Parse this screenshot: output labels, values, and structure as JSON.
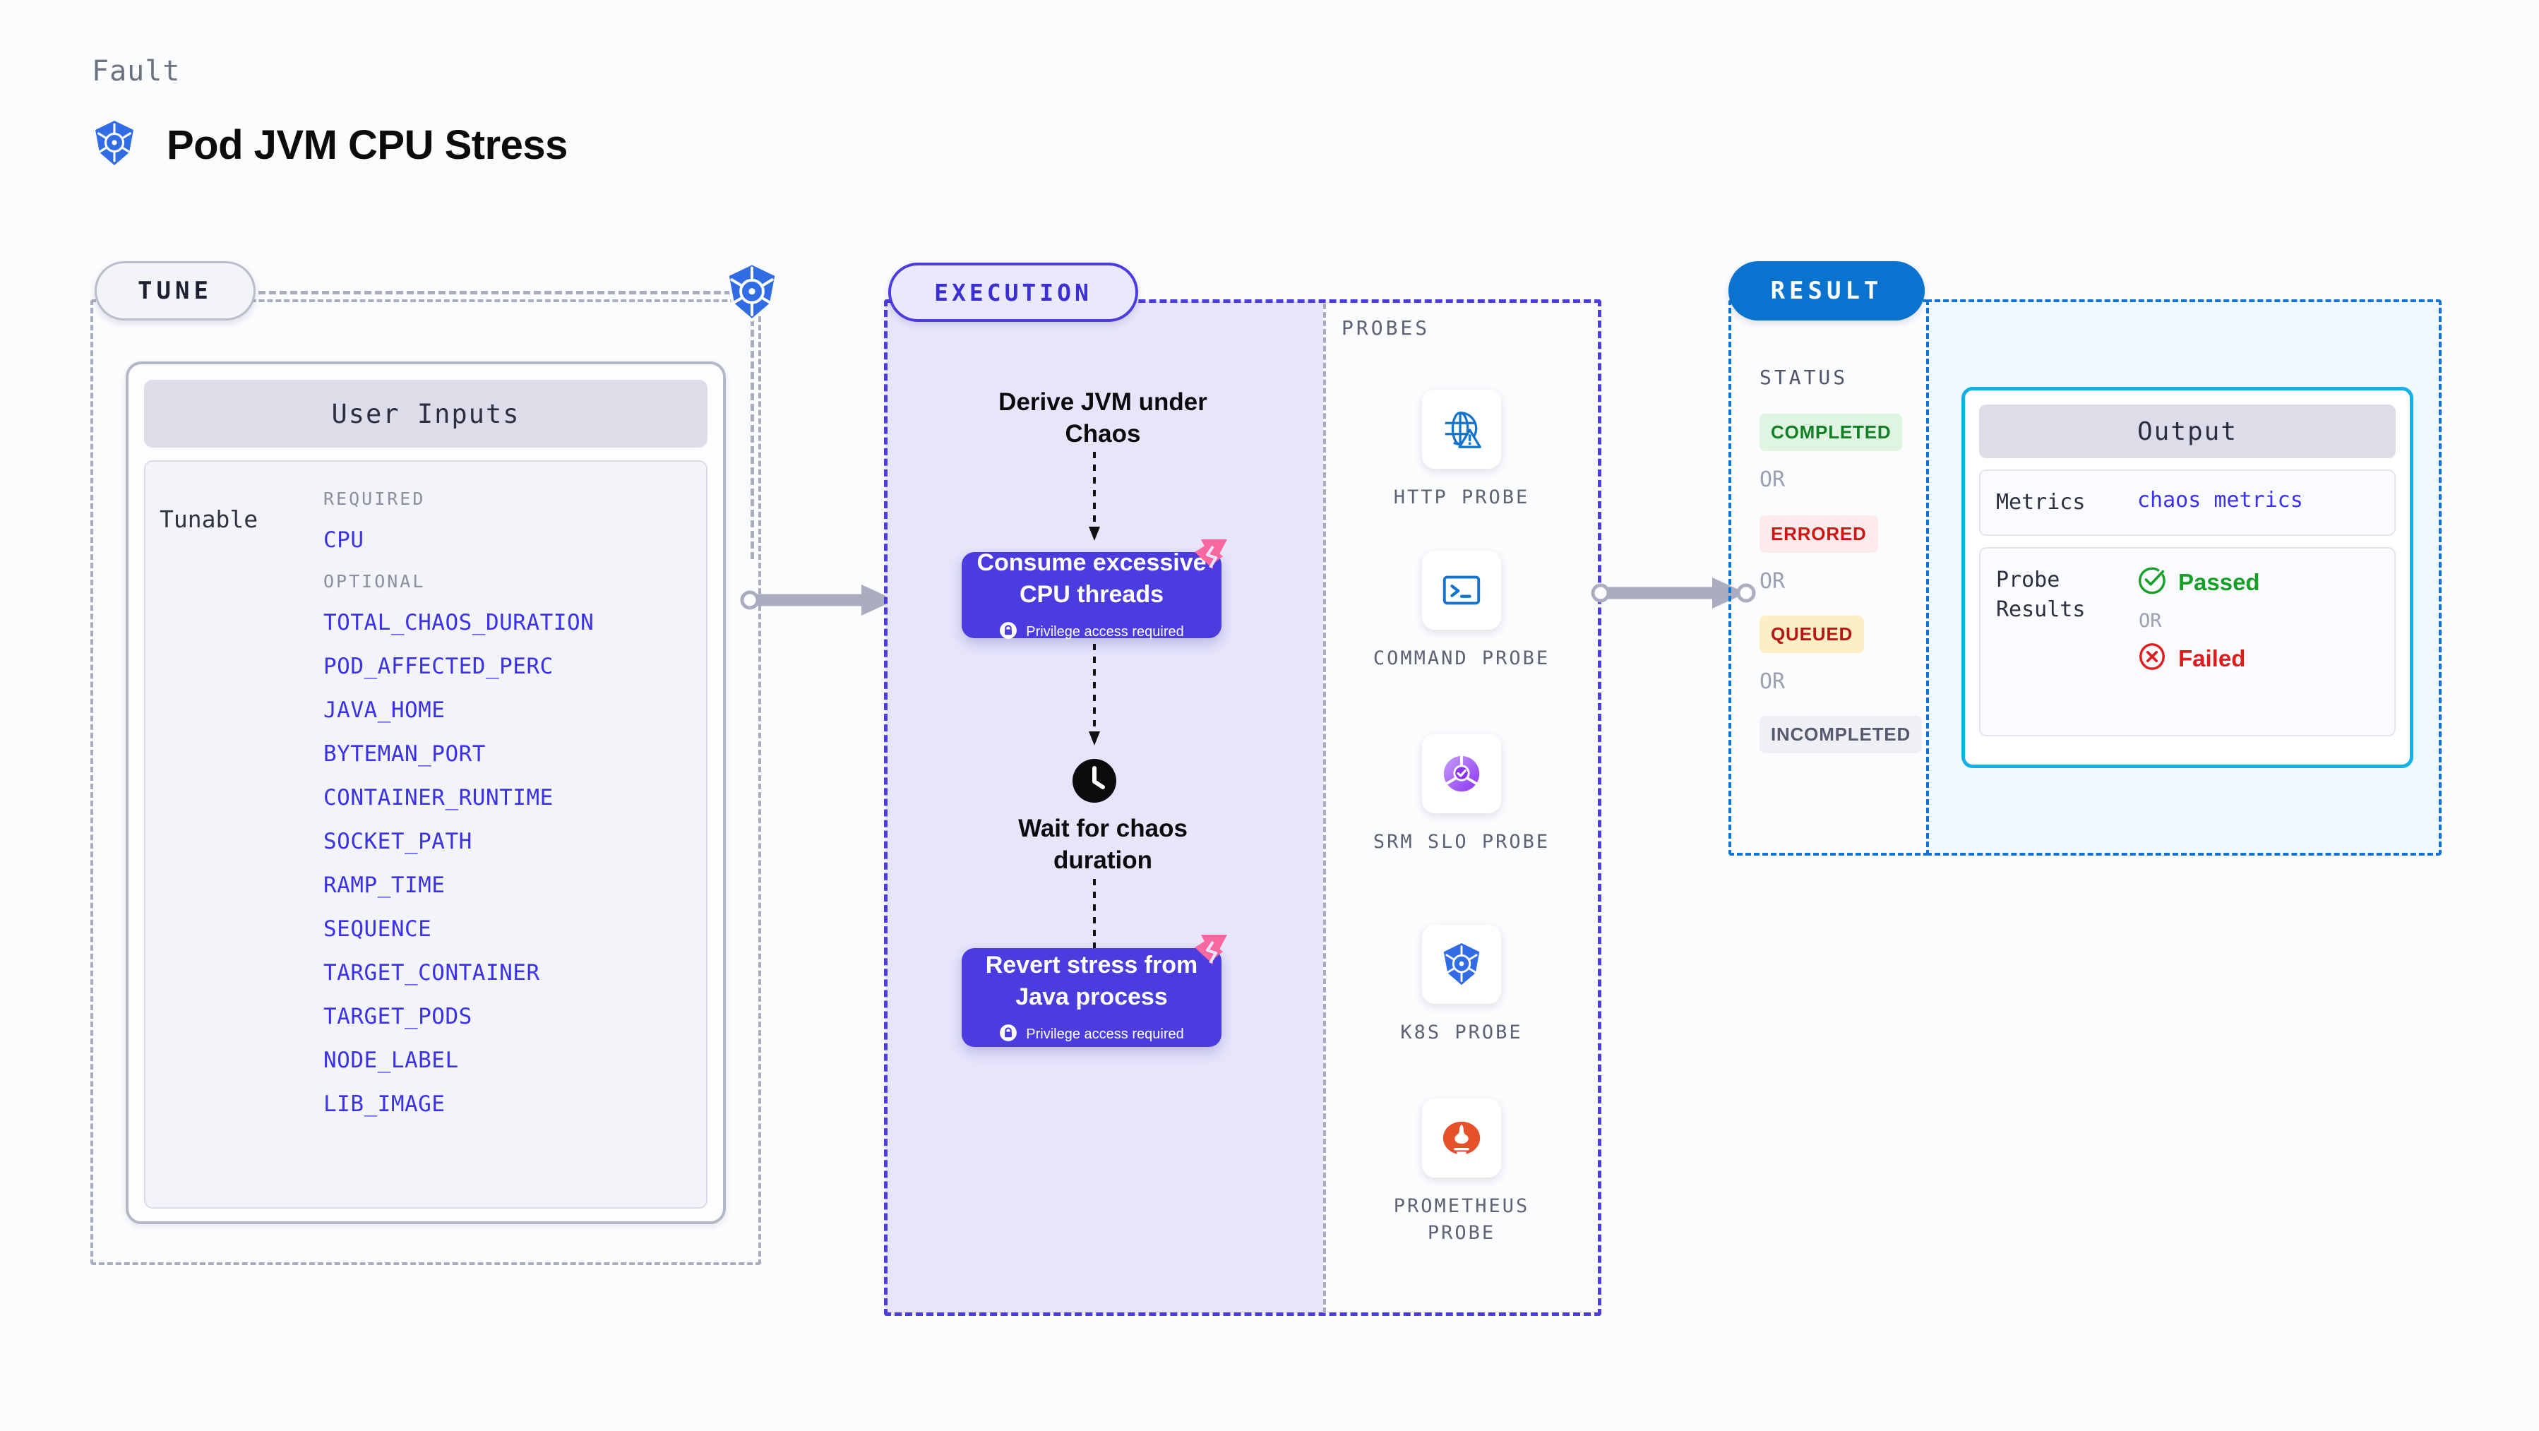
{
  "header": {
    "eyebrow": "Fault",
    "title": "Pod JVM CPU Stress",
    "icon": "kubernetes-icon"
  },
  "tune": {
    "pill_label": "TUNE",
    "node_badge_icon": "kubernetes-icon",
    "inputs_card": {
      "header": "User Inputs",
      "row_label": "Tunable",
      "groups": [
        {
          "heading": "REQUIRED",
          "items": [
            "CPU"
          ]
        },
        {
          "heading": "OPTIONAL",
          "items": [
            "TOTAL_CHAOS_DURATION",
            "POD_AFFECTED_PERC",
            "JAVA_HOME",
            "BYTEMAN_PORT",
            "CONTAINER_RUNTIME",
            "SOCKET_PATH",
            "RAMP_TIME",
            "SEQUENCE",
            "TARGET_CONTAINER",
            "TARGET_PODS",
            "NODE_LABEL",
            "LIB_IMAGE"
          ]
        }
      ]
    }
  },
  "execution": {
    "pill_label": "EXECUTION",
    "steps": [
      {
        "kind": "text",
        "label": "Derive JVM under Chaos"
      },
      {
        "kind": "box",
        "label": "Consume excessive CPU threads",
        "note": "Privilege access required",
        "note_icon": "lock-icon",
        "badge_icon": "litmus-icon"
      },
      {
        "kind": "clock",
        "label": "Wait for chaos duration",
        "icon": "clock-icon"
      },
      {
        "kind": "box",
        "label": "Revert stress from Java process",
        "note": "Privilege access required",
        "note_icon": "lock-icon",
        "badge_icon": "litmus-icon"
      }
    ]
  },
  "probes": {
    "title": "PROBES",
    "items": [
      {
        "label": "HTTP PROBE",
        "icon": "globe-warning-icon"
      },
      {
        "label": "COMMAND PROBE",
        "icon": "terminal-icon"
      },
      {
        "label": "SRM SLO PROBE",
        "icon": "srm-slo-icon"
      },
      {
        "label": "K8S PROBE",
        "icon": "kubernetes-icon"
      },
      {
        "label": "PROMETHEUS PROBE",
        "icon": "prometheus-icon"
      }
    ]
  },
  "result": {
    "pill_label": "RESULT",
    "status_title": "STATUS",
    "or_label": "OR",
    "statuses": [
      {
        "label": "COMPLETED",
        "fg": "#118027",
        "bg": "#dff5e1"
      },
      {
        "label": "ERRORED",
        "fg": "#cc1515",
        "bg": "#fdeaea"
      },
      {
        "label": "QUEUED",
        "fg": "#b51616",
        "bg": "#fdeec6"
      },
      {
        "label": "INCOMPLETED",
        "fg": "#555b6e",
        "bg": "#eef0f5"
      }
    ],
    "output": {
      "header": "Output",
      "metrics_key": "Metrics",
      "metrics_value": "chaos metrics",
      "probe_key": "Probe Results",
      "passed_label": "Passed",
      "failed_label": "Failed",
      "or_label": "OR",
      "passed_icon": "check-circle-icon",
      "failed_icon": "x-circle-icon"
    }
  },
  "colors": {
    "tune_border": "#a8adbd",
    "exec_border": "#4b3ce0",
    "exec_fill": "#e6e5fb",
    "result_border": "#1273d4",
    "result_fill": "#eefaff",
    "output_border": "#14b0e8",
    "accent_violet": "#3a31e8",
    "litmus_pink": "#f9679e"
  }
}
